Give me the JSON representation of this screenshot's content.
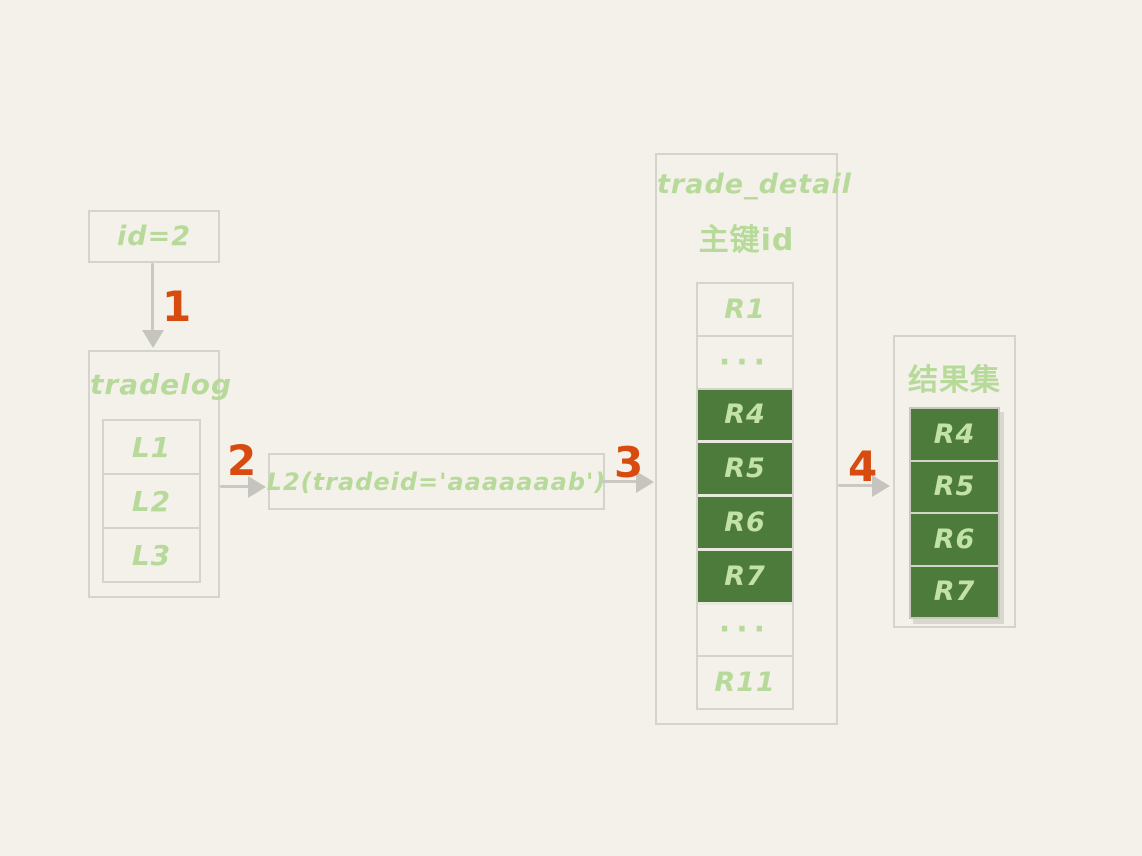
{
  "colors": {
    "background": "#f3f1ea",
    "box_border": "#d4d3cc",
    "hand_green": "#b7da9a",
    "highlight_fill": "#4d7b3c",
    "highlight_text": "#c3e2a6",
    "step_orange": "#d84b10",
    "arrow_gray": "#c9c8c2"
  },
  "id_box": {
    "label": "id=2"
  },
  "steps": [
    "1",
    "2",
    "3",
    "4"
  ],
  "tradelog": {
    "title": "tradelog",
    "rows": [
      "L1",
      "L2",
      "L3"
    ]
  },
  "condition": {
    "label": "L2(tradeid='aaaaaaab')"
  },
  "trade_detail": {
    "title": "trade_detail",
    "subtitle": "主键id",
    "rows": [
      {
        "label": "R1",
        "highlight": false
      },
      {
        "label": "···",
        "highlight": false
      },
      {
        "label": "R4",
        "highlight": true
      },
      {
        "label": "R5",
        "highlight": true
      },
      {
        "label": "R6",
        "highlight": true
      },
      {
        "label": "R7",
        "highlight": true
      },
      {
        "label": "···",
        "highlight": false
      },
      {
        "label": "R11",
        "highlight": false
      }
    ]
  },
  "result_set": {
    "title": "结果集",
    "rows": [
      "R4",
      "R5",
      "R6",
      "R7"
    ]
  }
}
